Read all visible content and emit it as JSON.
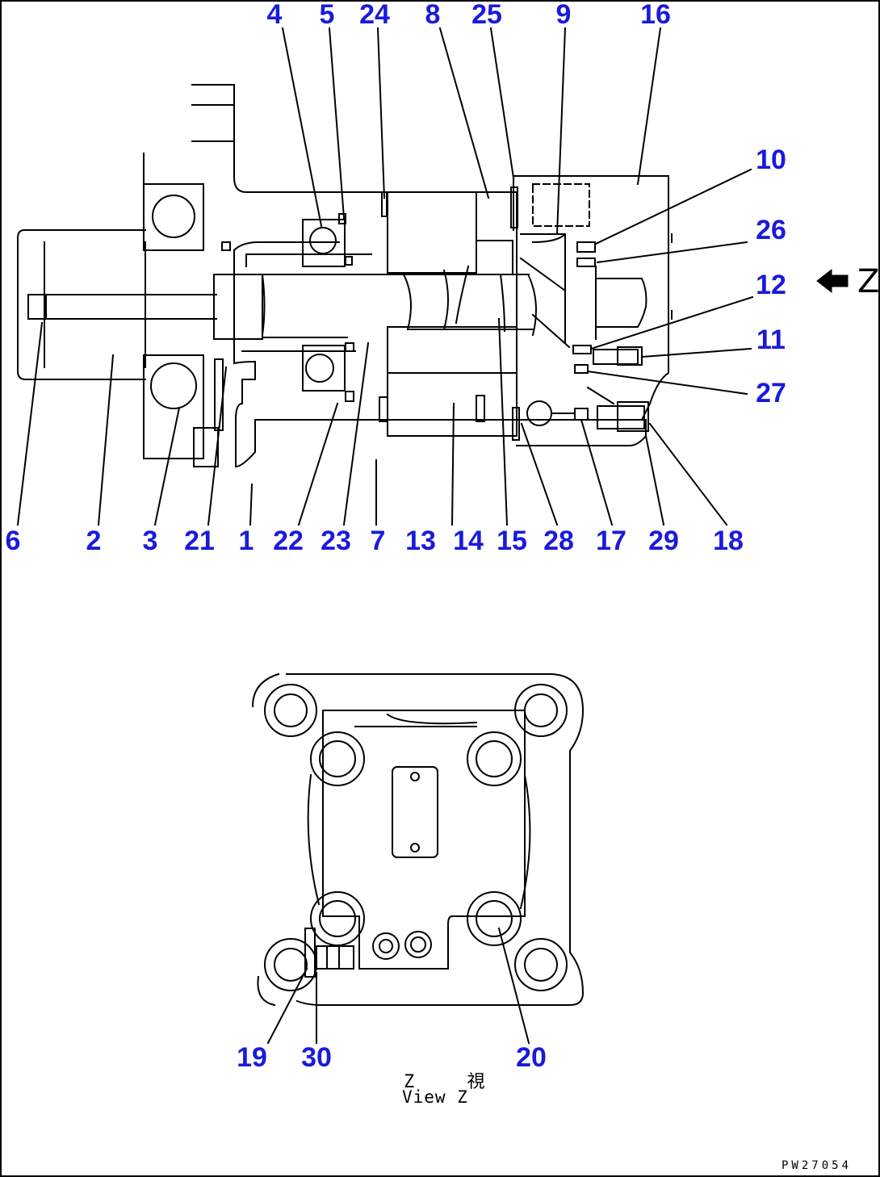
{
  "colors": {
    "callout": "#1a1adc",
    "line": "#000000",
    "background": "#ffffff"
  },
  "sectional_view": {
    "callouts_top": [
      "4",
      "5",
      "24",
      "8",
      "25",
      "9",
      "16"
    ],
    "callouts_right": [
      "10",
      "26",
      "12",
      "11",
      "27"
    ],
    "callouts_bottom": [
      "6",
      "2",
      "3",
      "21",
      "1",
      "22",
      "23",
      "7",
      "13",
      "14",
      "15",
      "28",
      "17",
      "29",
      "18"
    ],
    "view_arrow_letter": "Z"
  },
  "view_z": {
    "callouts": [
      "19",
      "30",
      "20"
    ],
    "caption_jp": "Z 視",
    "caption_en": "View Z"
  },
  "drawing_code": "PW27054"
}
